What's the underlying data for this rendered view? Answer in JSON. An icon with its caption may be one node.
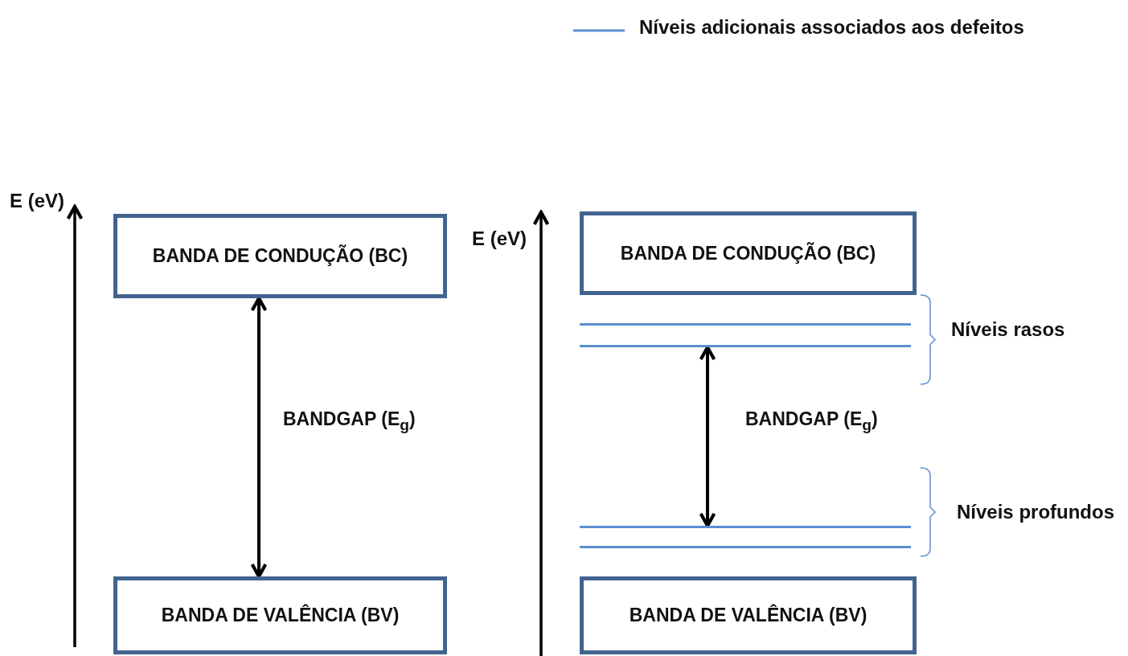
{
  "diagram": {
    "nodes": [
      {
        "text": [
          "BANDA DE CONDUÇÃO (BC)"
        ]
      },
      {
        "text": [
          "BANDA DE VALÊNCIA (BV)"
        ]
      },
      {
        "text": [
          "BANDA DE CONDUÇÃO (BC)"
        ]
      },
      {
        "text": [],
        "shape": "bar"
      },
      {
        "text": [],
        "shape": "bar"
      },
      {
        "text": [],
        "shape": "bar"
      },
      {
        "text": [],
        "shape": "bar"
      },
      {
        "text": [
          "BANDA DE VALÊNCIA (BV)"
        ]
      }
    ],
    "edges": [
      {
        "from": 0,
        "to": 1,
        "arrow": "both",
        "label": "BANDGAP (E$_{g}$)"
      },
      {
        "from": 4,
        "to": 5,
        "arrow": "both",
        "label": "BANDGAP (E$_{g}$)"
      }
    ],
    "labels": [
      "E (eV)",
      "E (eV)",
      "Níveis rasos",
      "Níveis profundos"
    ],
    "legend": [
      {
        "text": "Níveis adicionais associados aos defeitos"
      }
    ]
  }
}
